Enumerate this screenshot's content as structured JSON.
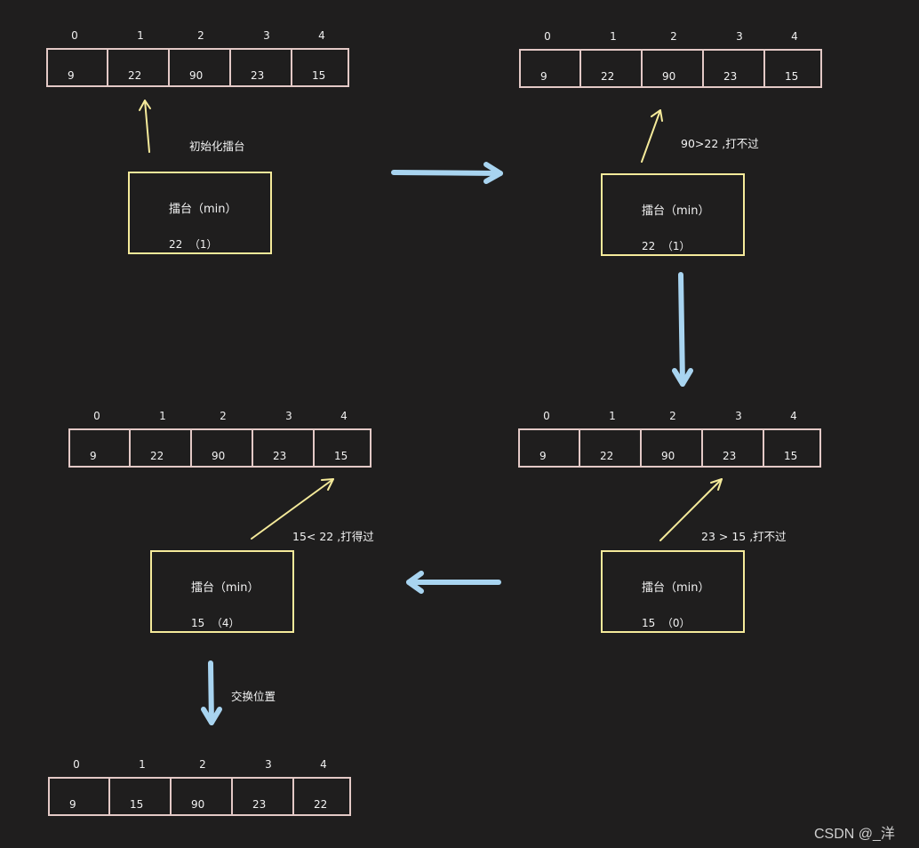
{
  "box_title": "擂台（min）",
  "arrays": [
    {
      "indices": [
        "0",
        "1",
        "2",
        "3",
        "4"
      ],
      "values": [
        "9",
        "22",
        "90",
        "23",
        "15"
      ]
    },
    {
      "indices": [
        "0",
        "1",
        "2",
        "3",
        "4"
      ],
      "values": [
        "9",
        "22",
        "90",
        "23",
        "15"
      ]
    },
    {
      "indices": [
        "0",
        "1",
        "2",
        "3",
        "4"
      ],
      "values": [
        "9",
        "22",
        "90",
        "23",
        "15"
      ]
    },
    {
      "indices": [
        "0",
        "1",
        "2",
        "3",
        "4"
      ],
      "values": [
        "9",
        "22",
        "90",
        "23",
        "15"
      ]
    },
    {
      "indices": [
        "0",
        "1",
        "2",
        "3",
        "4"
      ],
      "values": [
        "9",
        "15",
        "90",
        "23",
        "22"
      ]
    }
  ],
  "boxes": [
    {
      "value": "22  （1）"
    },
    {
      "value": "22  （1）"
    },
    {
      "value": "15  （0）"
    },
    {
      "value": "15  （4）"
    }
  ],
  "labels": {
    "init": "初始化擂台",
    "cmp1": "90>22 ,打不过",
    "cmp2": "23 > 15 ,打不过",
    "cmp3": "15< 22 ,打得过",
    "swap": "交换位置"
  },
  "watermark": "CSDN @_洋",
  "colors": {
    "background": "#1f1e1e",
    "cell_border": "#e3c9c6",
    "box_border": "#f5ea9a",
    "pointer_arrow": "#f5ea9a",
    "flow_arrow": "#a8d4f0"
  }
}
